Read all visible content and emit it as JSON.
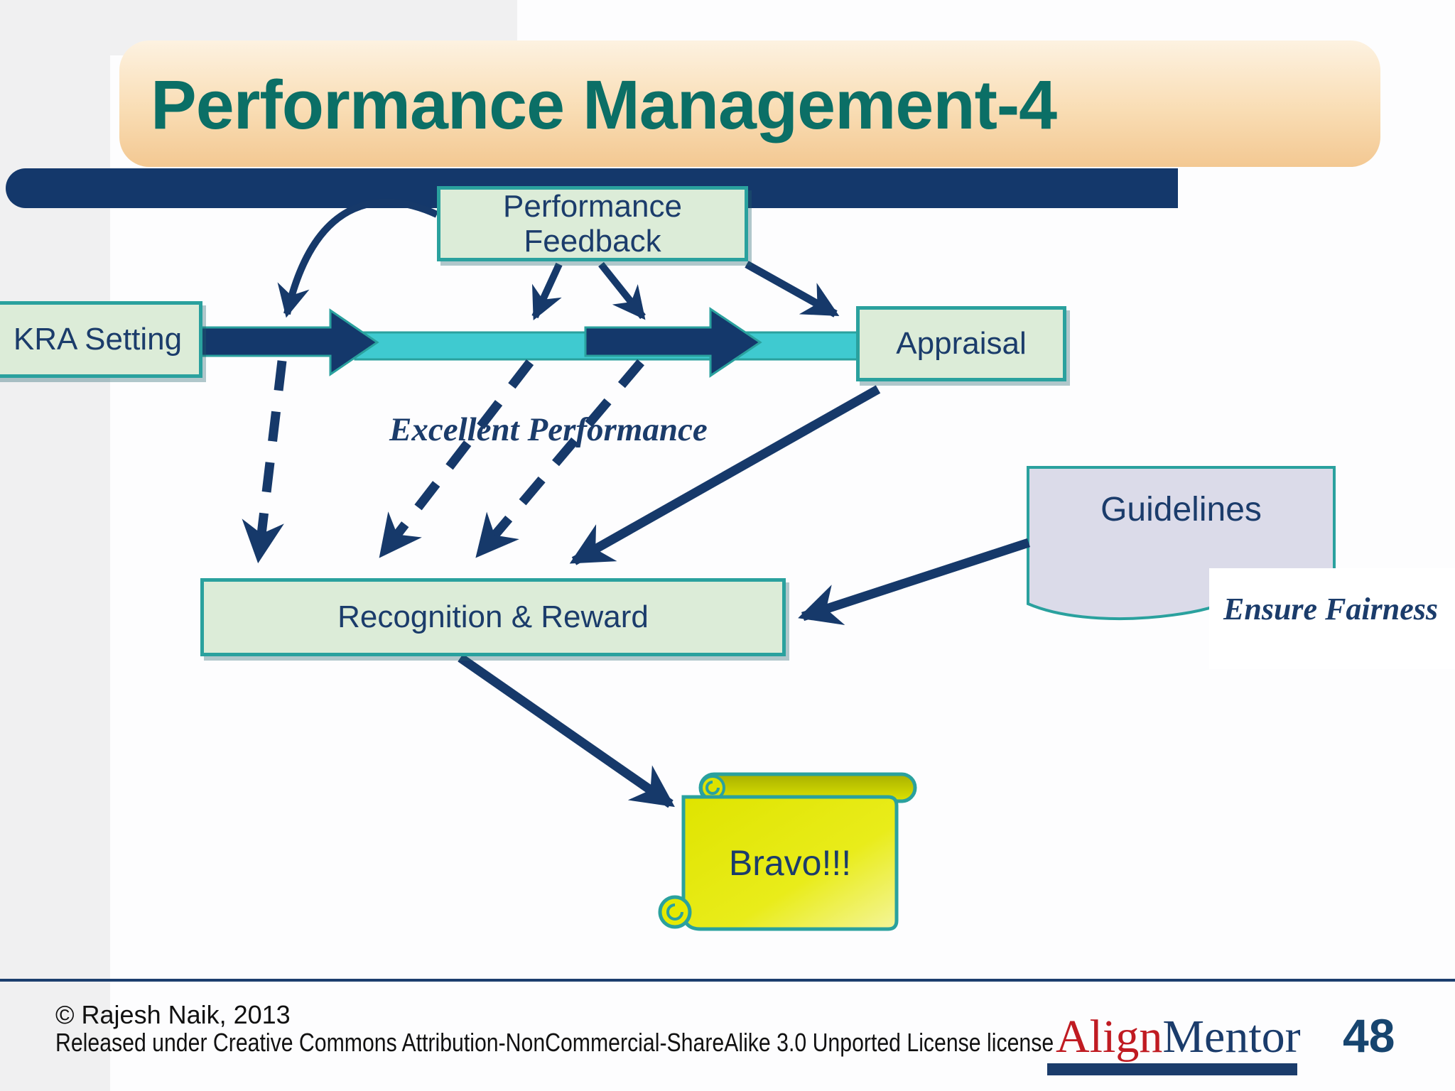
{
  "slide": {
    "title": "Performance Management-4",
    "page_number": "48",
    "footer": {
      "copyright": "© Rajesh Naik, 2013",
      "license": "Released under Creative Commons Attribution-NonCommercial-ShareAlike 3.0 Unported License license"
    },
    "logo": {
      "red_part": "Align",
      "navy_part": "Mentor"
    }
  },
  "diagram": {
    "nodes": {
      "feedback_line1": "Performance",
      "feedback_line2": "Feedback",
      "kra": "KRA Setting",
      "appraisal": "Appraisal",
      "recognition": "Recognition & Reward",
      "guidelines": "Guidelines",
      "bravo": "Bravo!!!"
    },
    "annotations": {
      "excellent": "Excellent Performance",
      "fairness": "Ensure Fairness"
    }
  },
  "colors": {
    "navy": "#16396a",
    "teal_border": "#2aa19e",
    "green_fill": "#dcecd8",
    "turquoise_bar": "#3fcad0",
    "title_text": "#0b6f66",
    "title_bg_top": "#fdf2e1",
    "title_bg_bottom": "#f3c892",
    "lavender_fill": "#dbdbe9",
    "scroll_yellow": "#e6ea00",
    "logo_red": "#c01b22",
    "footer_text": "#111111"
  }
}
